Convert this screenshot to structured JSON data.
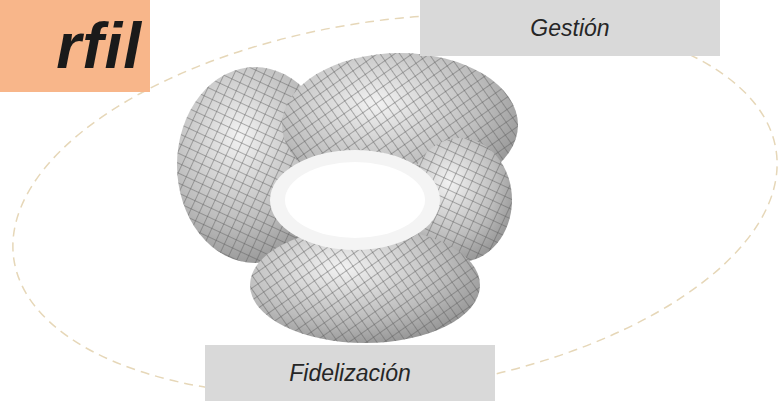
{
  "diagram": {
    "nodes": [
      {
        "text": [
          "rfil"
        ]
      },
      {
        "text": [
          "Gestión"
        ]
      },
      {
        "text": [
          "Fidelización"
        ]
      }
    ]
  }
}
